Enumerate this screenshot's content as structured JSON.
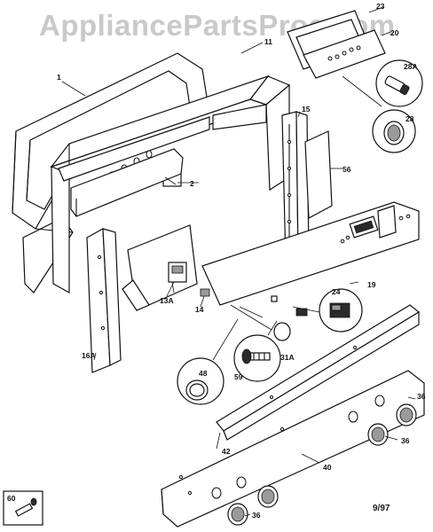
{
  "watermark": "AppliancePartsPros.com",
  "date_code": "9/97",
  "callouts": {
    "c1": "1",
    "c11": "11",
    "c2": "2",
    "c23": "23",
    "c20": "20",
    "c28a": "28A",
    "c28": "28",
    "c15": "15",
    "c56": "56",
    "c13a": "13A",
    "c14": "14",
    "c19": "19",
    "c24": "24",
    "c16a": "16A",
    "c48": "48",
    "c59": "59",
    "c31a": "31A",
    "c36a": "36",
    "c36b": "36",
    "c36c": "36",
    "c42": "42",
    "c40": "40",
    "c60": "60"
  }
}
